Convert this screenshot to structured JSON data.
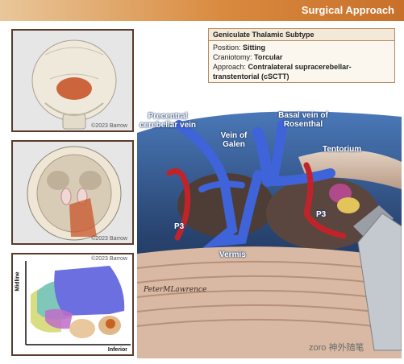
{
  "header": {
    "title": "Surgical Approach"
  },
  "info_box": {
    "title": "Geniculate Thalamic Subtype",
    "position_label": "Position:",
    "position_value": "Sitting",
    "craniotomy_label": "Craniotomy:",
    "craniotomy_value": "Torcular",
    "approach_label": "Approach:",
    "approach_value": "Contralateral supracerebellar-transtentorial (cSCTT)"
  },
  "panels": {
    "skull_copyright": "©2023 Barrow",
    "base_copyright": "©2023 Barrow",
    "brain_copyright": "©2023 Barrow",
    "brain_axis_vertical": "Midline",
    "brain_axis_horizontal": "Inferior"
  },
  "labels": {
    "precentral": "Precentral cerebellar vein",
    "galen": "Vein of Galen",
    "rosenthal": "Basal vein of Rosenthal",
    "tentorium": "Tentorium",
    "p3_left": "P3",
    "p3_right": "P3",
    "vermis": "Vermis"
  },
  "signature": "PeterMLawrence",
  "watermark": "zoro 神外随笔",
  "colors": {
    "header": "#d98a3f",
    "panel_border": "#5a3b2b",
    "vein_blue": "#3f63d8",
    "artery_red": "#c0242a",
    "lesion_orange": "#c8552a"
  }
}
